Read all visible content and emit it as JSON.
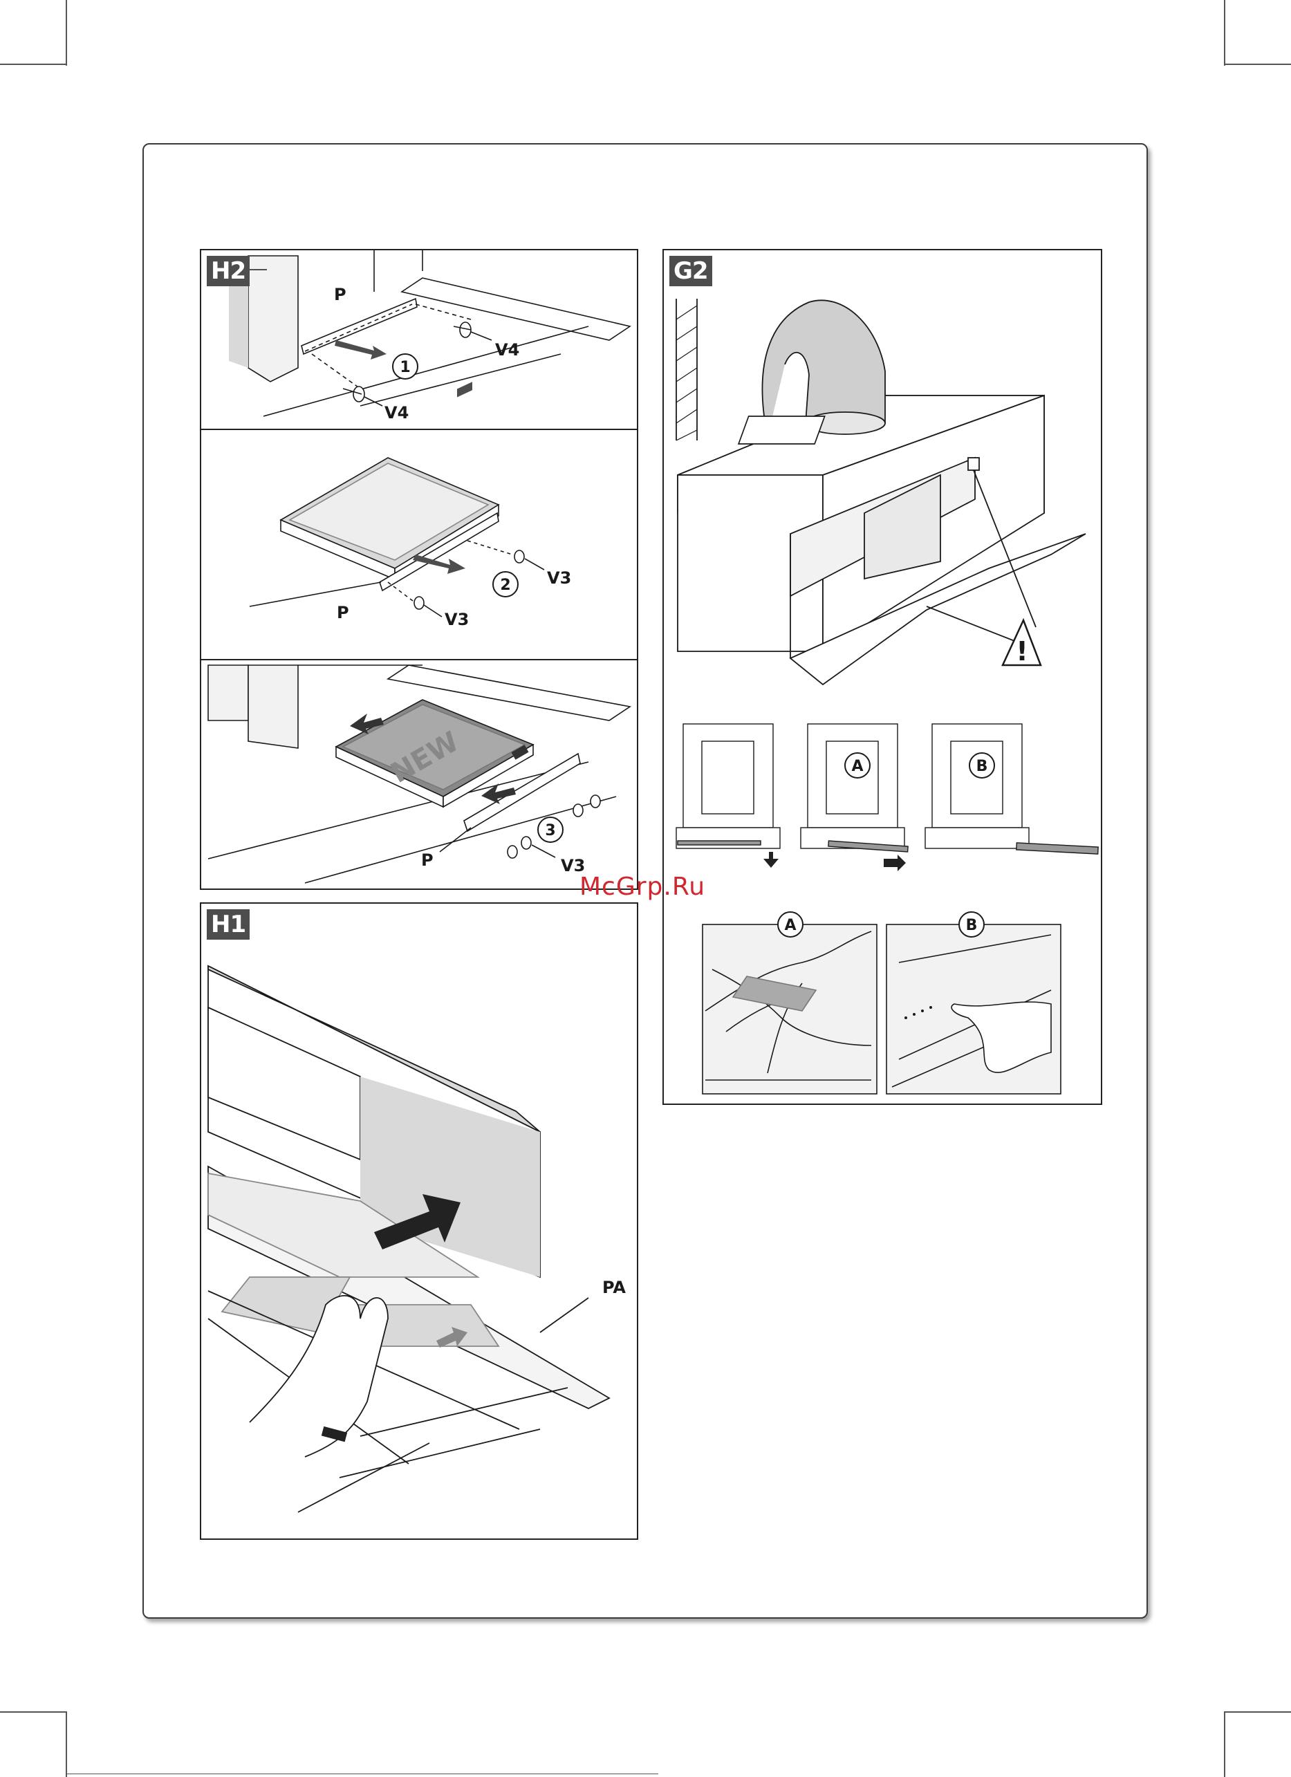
{
  "watermark": "McGrp.Ru",
  "panel_h2": {
    "tag": "H2",
    "step1": {
      "part_label": "P",
      "screw_label_a": "V4",
      "screw_label_b": "V4",
      "step_number": "1"
    },
    "step2": {
      "part_label": "P",
      "screw_label_a": "V3",
      "screw_label_b": "V3",
      "step_number": "2"
    },
    "step3": {
      "part_label": "P",
      "screw_label": "V3",
      "step_number": "3",
      "filter_text": "NEW"
    }
  },
  "panel_h1": {
    "tag": "H1",
    "panel_label": "PA"
  },
  "panel_g2": {
    "tag": "G2",
    "filter_a_label": "A",
    "filter_b_label": "B",
    "detail_a_label": "A",
    "detail_b_label": "B"
  },
  "colors": {
    "line": "#1a1a1a",
    "shade": "#d9d9d9",
    "dark": "#4d4d4d",
    "watermark": "#d0282e"
  }
}
